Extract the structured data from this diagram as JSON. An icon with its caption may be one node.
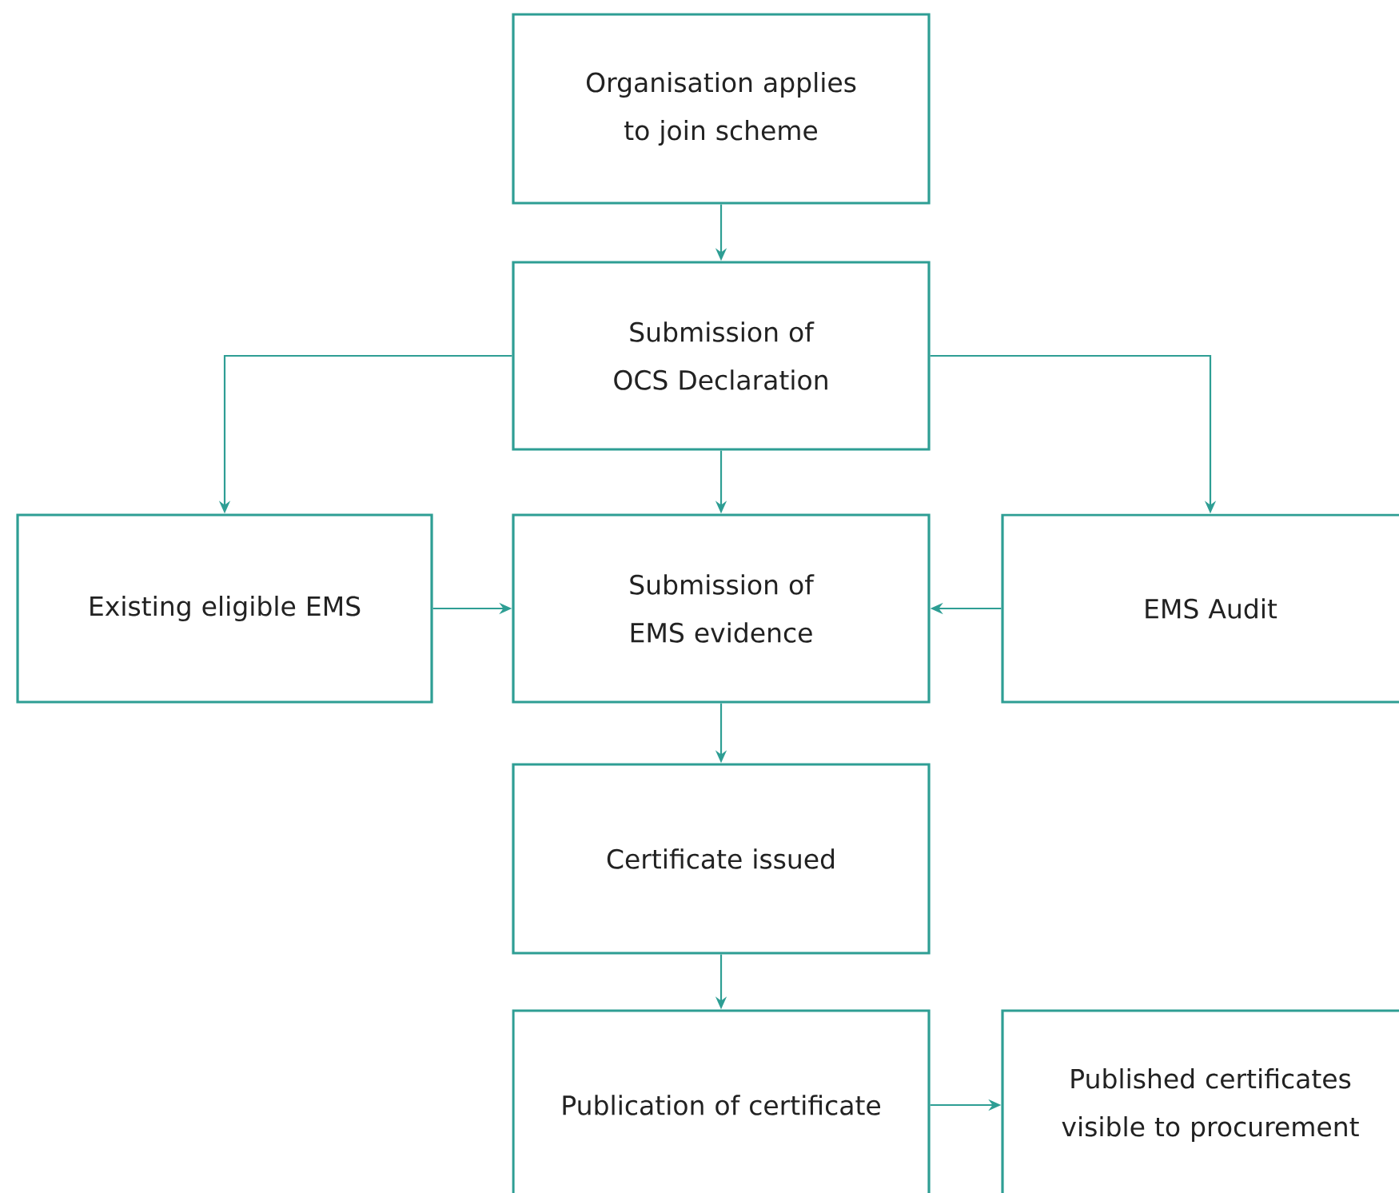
{
  "diagram": {
    "nodes": [
      {
        "text": [
          "Organisation applies to join scheme"
        ]
      },
      {
        "text": [
          "Submission of OCS Declaration"
        ]
      },
      {
        "text": [
          "Existing eligible EMS"
        ]
      },
      {
        "text": [
          "Submission of EMS evidence"
        ]
      },
      {
        "text": [
          "EMS Audit"
        ]
      },
      {
        "text": [
          "Certificate issued"
        ]
      },
      {
        "text": [
          "Publication of certificate"
        ]
      },
      {
        "text": [
          "Published certificates visible to procurement"
        ]
      }
    ],
    "edges": [
      {
        "from": 0,
        "to": 1,
        "arrow": "to"
      },
      {
        "from": 1,
        "to": 2,
        "arrow": "to"
      },
      {
        "from": 1,
        "to": 3,
        "arrow": "to"
      },
      {
        "from": 1,
        "to": 4,
        "arrow": "to"
      },
      {
        "from": 2,
        "to": 3,
        "arrow": "to"
      },
      {
        "from": 4,
        "to": 3,
        "arrow": "to"
      },
      {
        "from": 3,
        "to": 5,
        "arrow": "to"
      },
      {
        "from": 5,
        "to": 6,
        "arrow": "to"
      },
      {
        "from": 6,
        "to": 7,
        "arrow": "to"
      }
    ]
  }
}
